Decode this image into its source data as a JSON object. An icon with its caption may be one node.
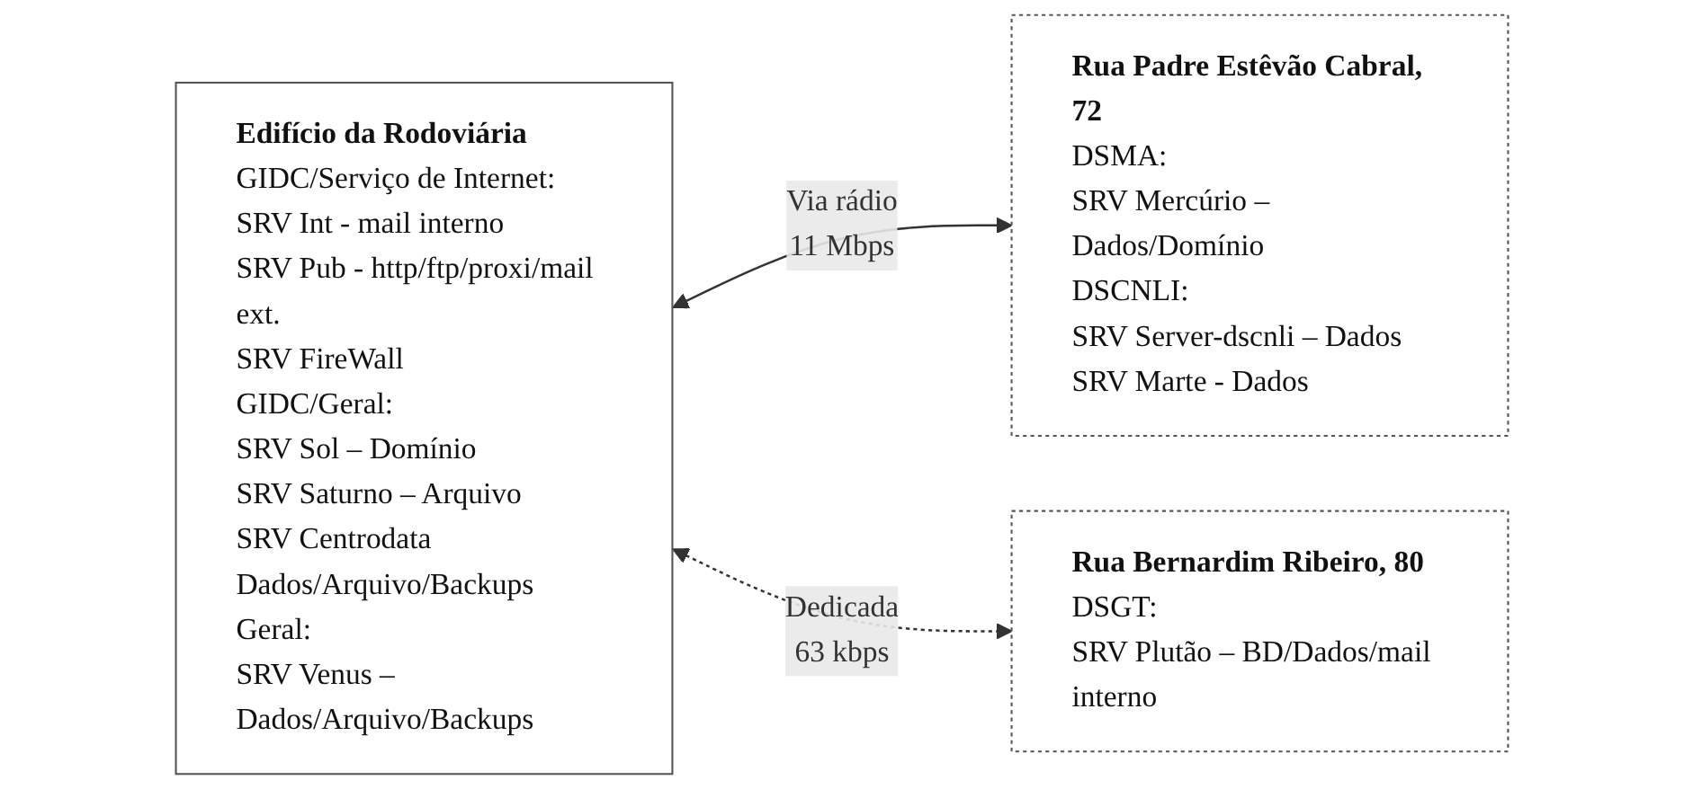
{
  "diagram": {
    "nodes": [
      {
        "text": [
          "Edifício da Rodoviária",
          "GIDC/Serviço de Internet:",
          "SRV Int - mail interno",
          "SRV Pub - http/ftp/proxi/mail ext.",
          "SRV FireWall",
          "GIDC/Geral:",
          "SRV Sol – Domínio",
          "SRV Saturno – Arquivo",
          "SRV Centrodata Dados/Arquivo/Backups",
          "Geral:",
          "SRV Venus – Dados/Arquivo/Backups"
        ]
      },
      {
        "text": [
          "Rua Padre Estêvão Cabral, 72",
          "DSMA:",
          "SRV Mercúrio – Dados/Domínio",
          "DSCNLI:",
          "SRV Server-dscnli – Dados",
          "SRV Marte - Dados"
        ]
      },
      {
        "text": [
          "Rua Bernardim Ribeiro, 80",
          "DSGT:",
          "SRV Plutão – BD/Dados/mail interno"
        ]
      }
    ],
    "edges": [
      {
        "from": 0,
        "to": 1,
        "arrow": "both",
        "label": "Via rádio 11 Mbps"
      },
      {
        "from": 0,
        "to": 2,
        "arrow": "both",
        "label": "Dedicada 63 kbps",
        "style": "dashed"
      }
    ]
  }
}
